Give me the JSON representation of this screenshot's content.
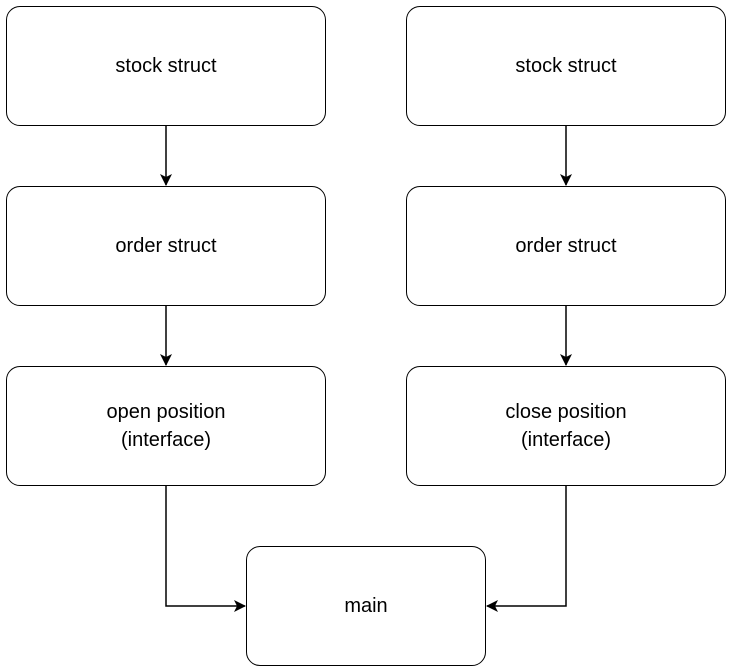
{
  "diagram": {
    "nodes": {
      "stock_left": "stock struct",
      "stock_right": "stock struct",
      "order_left": "order struct",
      "order_right": "order struct",
      "open_position": "open position\n(interface)",
      "close_position": "close position\n(interface)",
      "main": "main"
    },
    "edges": [
      {
        "from": "stock_left",
        "to": "order_left"
      },
      {
        "from": "order_left",
        "to": "open_position"
      },
      {
        "from": "open_position",
        "to": "main"
      },
      {
        "from": "stock_right",
        "to": "order_right"
      },
      {
        "from": "order_right",
        "to": "close_position"
      },
      {
        "from": "close_position",
        "to": "main"
      }
    ],
    "colors": {
      "stroke": "#000000",
      "fill": "#ffffff",
      "text": "#000000"
    }
  }
}
